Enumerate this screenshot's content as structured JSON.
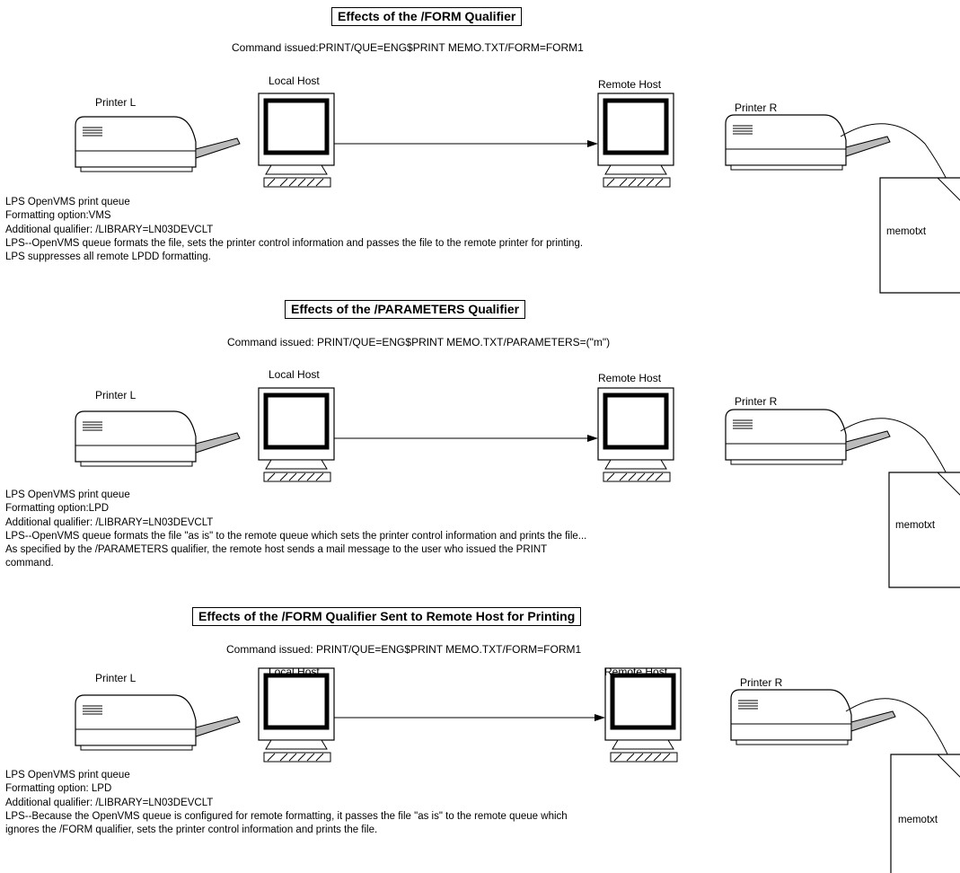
{
  "panels": [
    {
      "title": "Effects of the /FORM Qualifier",
      "command": "Command issued:PRINT/QUE=ENG$PRINT MEMO.TXT/FORM=FORM1",
      "local_host": "Local Host",
      "remote_host": "Remote Host",
      "printer_l": "Printer L",
      "printer_r": "Printer R",
      "memo": "memotxt",
      "lines": [
        "LPS OpenVMS print queue",
        "Formatting option:VMS",
        "Additional qualifier: /LIBRARY=LN03DEVCLT",
        "LPS--OpenVMS queue formats the file, sets the printer control information and passes the file to the remote printer for printing.",
        "LPS suppresses all remote LPDD formatting."
      ]
    },
    {
      "title": "Effects of the /PARAMETERS Qualifier",
      "command": "Command issued: PRINT/QUE=ENG$PRINT MEMO.TXT/PARAMETERS=(\"m\")",
      "local_host": "Local Host",
      "remote_host": "Remote Host",
      "printer_l": "Printer L",
      "printer_r": "Printer R",
      "memo": "memotxt",
      "lines": [
        "LPS OpenVMS print queue",
        "Formatting option:LPD",
        "Additional qualifier: /LIBRARY=LN03DEVCLT",
        "LPS--OpenVMS queue formats the file \"as is\" to the remote queue which sets the printer control information and prints the file...",
        "As specified by the /PARAMETERS qualifier, the remote host sends a mail message to the user who issued the PRINT",
        "command."
      ]
    },
    {
      "title": "Effects of the /FORM Qualifier Sent to Remote Host for Printing",
      "command": "Command issued: PRINT/QUE=ENG$PRINT MEMO.TXT/FORM=FORM1",
      "local_host": "Local Host",
      "remote_host": "Remote Host",
      "printer_l": "Printer L",
      "printer_r": "Printer R",
      "memo": "memotxt",
      "lines": [
        "LPS OpenVMS print queue",
        "Formatting option: LPD",
        "Additional qualifier: /LIBRARY=LN03DEVCLT",
        "LPS--Because the OpenVMS queue is configured for remote formatting, it passes the file \"as is\" to the remote queue which",
        "ignores the /FORM qualifier, sets the printer control information and prints the file."
      ]
    }
  ]
}
